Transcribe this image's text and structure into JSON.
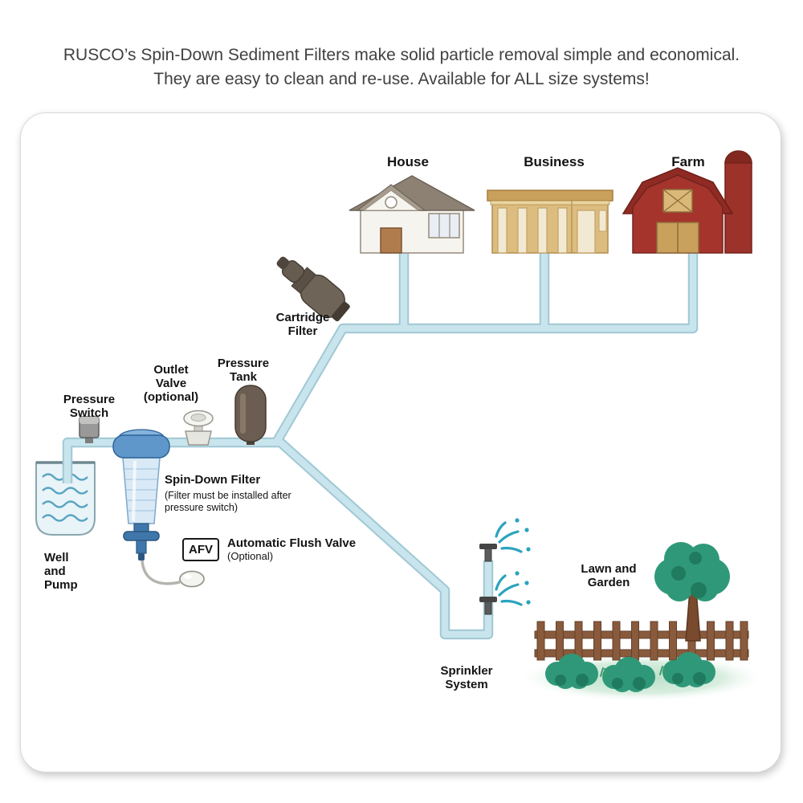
{
  "header": {
    "line1": "RUSCO’s Spin-Down Sediment Filters make solid particle removal simple and economical.",
    "line2": "They are easy to clean and re-use. Available for ALL size systems!"
  },
  "labels": {
    "house": "House",
    "business": "Business",
    "farm": "Farm",
    "cartridge_filter": {
      "line1": "Cartridge",
      "line2": "Filter"
    },
    "pressure_tank": {
      "line1": "Pressure",
      "line2": "Tank"
    },
    "outlet_valve": {
      "line1": "Outlet",
      "line2": "Valve",
      "line3": "(optional)"
    },
    "pressure_switch": {
      "line1": "Pressure",
      "line2": "Switch"
    },
    "spin_down_filter": {
      "title": "Spin-Down Filter",
      "note_line1": "(Filter must be installed after",
      "note_line2": "pressure switch)"
    },
    "afv": {
      "badge": "AFV",
      "title": "Automatic Flush Valve",
      "note": "(Optional)"
    },
    "well_pump": {
      "line1": "Well",
      "line2": "and",
      "line3": "Pump"
    },
    "sprinkler": {
      "line1": "Sprinkler",
      "line2": "System"
    },
    "lawn_garden": {
      "line1": "Lawn and",
      "line2": "Garden"
    }
  },
  "colors": {
    "pipe": "#c8e4ec",
    "pipe_edge": "#a0c8d5",
    "barn_red": "#a5342c",
    "business_tan": "#ddbc80",
    "roof_gray": "#8d8174",
    "filter_blue": "#5f97cb",
    "tank_brown": "#6b5d51",
    "foliage_green": "#2f9878",
    "fence_brown": "#8a5a3c",
    "spray_teal": "#2aa3be",
    "text_dark": "#414042"
  }
}
